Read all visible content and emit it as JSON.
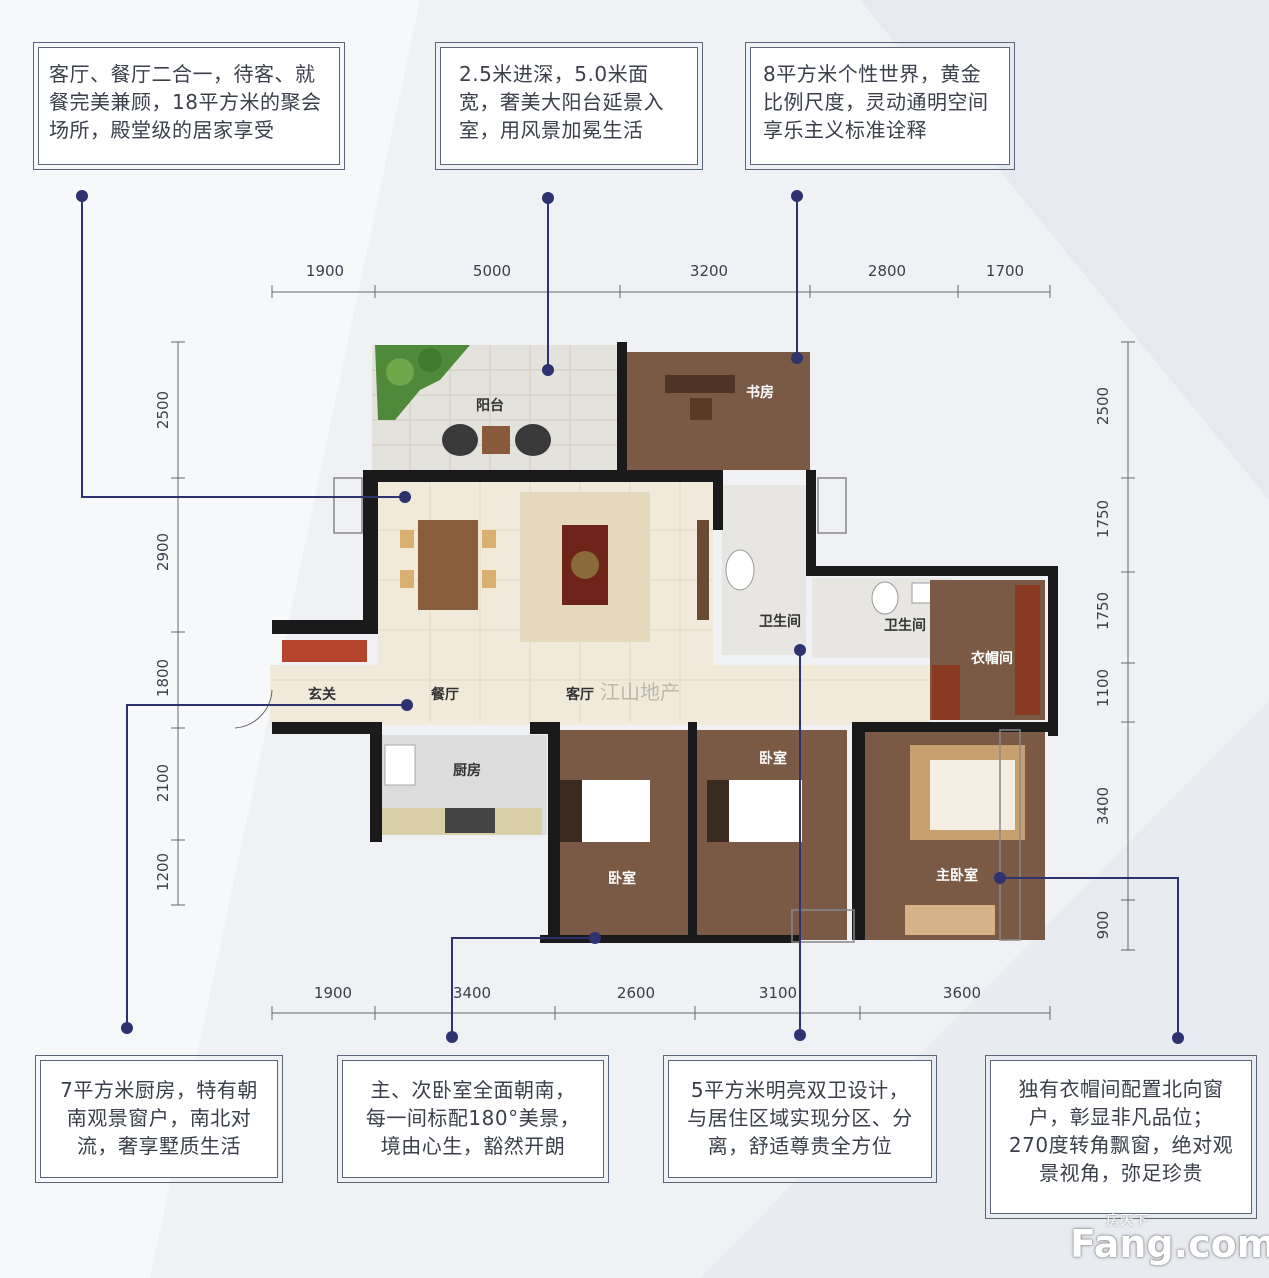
{
  "callouts": {
    "top_left": [
      "客厅、餐厅二合一，待客、就",
      "餐完美兼顾，18平方米的聚会",
      "场所，殿堂级的居家享受"
    ],
    "top_center": [
      "2.5米进深，5.0米面",
      "宽，奢美大阳台延景入",
      "室，用风景加冕生活"
    ],
    "top_right": [
      "8平方米个性世界，黄金",
      "比例尺度，灵动通明空间",
      "享乐主义标准诠释"
    ],
    "bottom_1": [
      "7平方米厨房，特有朝",
      "南观景窗户，南北对",
      "流，奢享墅质生活"
    ],
    "bottom_2": [
      "主、次卧室全面朝南，",
      "每一间标配180°美景，",
      "境由心生，豁然开朗"
    ],
    "bottom_3": [
      "5平方米明亮双卫设计，",
      "与居住区域实现分区、分",
      "离，舒适尊贵全方位"
    ],
    "bottom_4": [
      "独有衣帽间配置北向窗",
      "户，彰显非凡品位；",
      "270度转角飘窗，绝对观",
      "景视角，弥足珍贵"
    ]
  },
  "dimensions": {
    "top": [
      "1900",
      "5000",
      "3200",
      "2800",
      "1700"
    ],
    "bottom": [
      "1900",
      "3400",
      "2600",
      "3100",
      "3600"
    ],
    "left": [
      "2500",
      "2900",
      "1800",
      "2100",
      "1200"
    ],
    "right": [
      "2500",
      "1750",
      "1750",
      "1100",
      "3400",
      "900"
    ]
  },
  "rooms": {
    "balcony": "阳台",
    "study": "书房",
    "bath1": "卫生间",
    "bath2": "卫生间",
    "cloakroom": "衣帽间",
    "entrance": "玄关",
    "dining": "餐厅",
    "living": "客厅",
    "kitchen": "厨房",
    "bedroom_a": "卧室",
    "bedroom_b": "卧室",
    "master": "主卧室"
  },
  "watermarks": {
    "brand_cn": "房天下",
    "brand_en": "Fang.com",
    "developer": "江山地产"
  },
  "colors": {
    "line": "#2e3270",
    "wood": "#7a5a44",
    "tile": "#f1eadb",
    "wall": "#1a1a1a"
  }
}
